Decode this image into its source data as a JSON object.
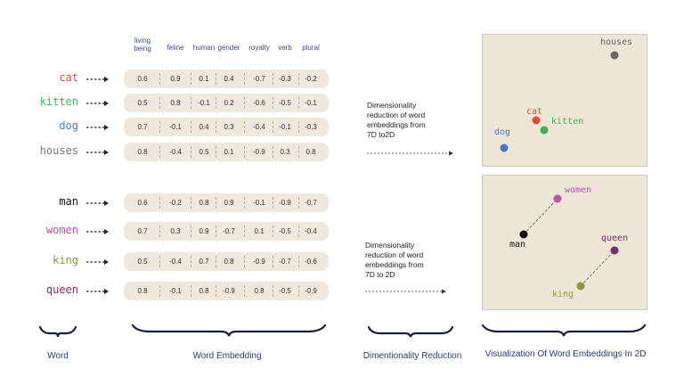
{
  "columns": [
    "living\nbeing",
    "feline",
    "human",
    "gender",
    "royalty",
    "verb",
    "plural"
  ],
  "group1": [
    {
      "word": "cat",
      "color": "#d9503a",
      "values": [
        "0.6",
        "0.9",
        "0.1",
        "0.4",
        "-0.7",
        "-0.3",
        "-0.2"
      ]
    },
    {
      "word": "kitten",
      "color": "#3cb45a",
      "values": [
        "0.5",
        "0.8",
        "-0.1",
        "0.2",
        "-0.6",
        "-0.5",
        "-0.1"
      ]
    },
    {
      "word": "dog",
      "color": "#4a78c8",
      "values": [
        "0.7",
        "-0.1",
        "0.4",
        "0.3",
        "-0.4",
        "-0.1",
        "-0.3"
      ]
    },
    {
      "word": "houses",
      "color": "#777777",
      "values": [
        "0.8",
        "-0.4",
        "0.5",
        "0.1",
        "-0.9",
        "0.3",
        "0.8"
      ]
    }
  ],
  "group2": [
    {
      "word": "man",
      "color": "#111111",
      "values": [
        "0.6",
        "-0.2",
        "0.8",
        "0.9",
        "-0.1",
        "-0.9",
        "-0.7"
      ]
    },
    {
      "word": "women",
      "color": "#c04fb0",
      "values": [
        "0.7",
        "0.3",
        "0.9",
        "-0.7",
        "0.1",
        "-0.5",
        "-0.4"
      ]
    },
    {
      "word": "king",
      "color": "#8a9a3a",
      "values": [
        "0.5",
        "-0.4",
        "0.7",
        "0.8",
        "-0.9",
        "-0.7",
        "-0.6"
      ]
    },
    {
      "word": "queen",
      "color": "#7a2a6a",
      "values": [
        "0.8",
        "-0.1",
        "0.8",
        "-0.9",
        "0.8",
        "-0.5",
        "-0.9"
      ]
    }
  ],
  "notes": {
    "top": "Dimensionality\nreduction of word\nembeddings from\n7D to2D",
    "bottom": "Dimensionality\nreduction of word\nembeddings from\n7D to 2D"
  },
  "panel1": {
    "points": [
      {
        "label": "houses",
        "color": "#666666"
      },
      {
        "label": "cat",
        "color": "#d9503a"
      },
      {
        "label": "kitten",
        "color": "#3cb45a"
      },
      {
        "label": "dog",
        "color": "#4a78c8"
      }
    ]
  },
  "panel2": {
    "points": [
      {
        "label": "women",
        "color": "#c04fb0"
      },
      {
        "label": "man",
        "color": "#111111"
      },
      {
        "label": "queen",
        "color": "#7a2a6a"
      },
      {
        "label": "king",
        "color": "#8a9a3a"
      }
    ]
  },
  "footer": {
    "word": "Word",
    "embedding": "Word Embedding",
    "reduction": "Dimentionality Reduction",
    "visualization": "Visualization Of Word Embeddings In 2D"
  }
}
